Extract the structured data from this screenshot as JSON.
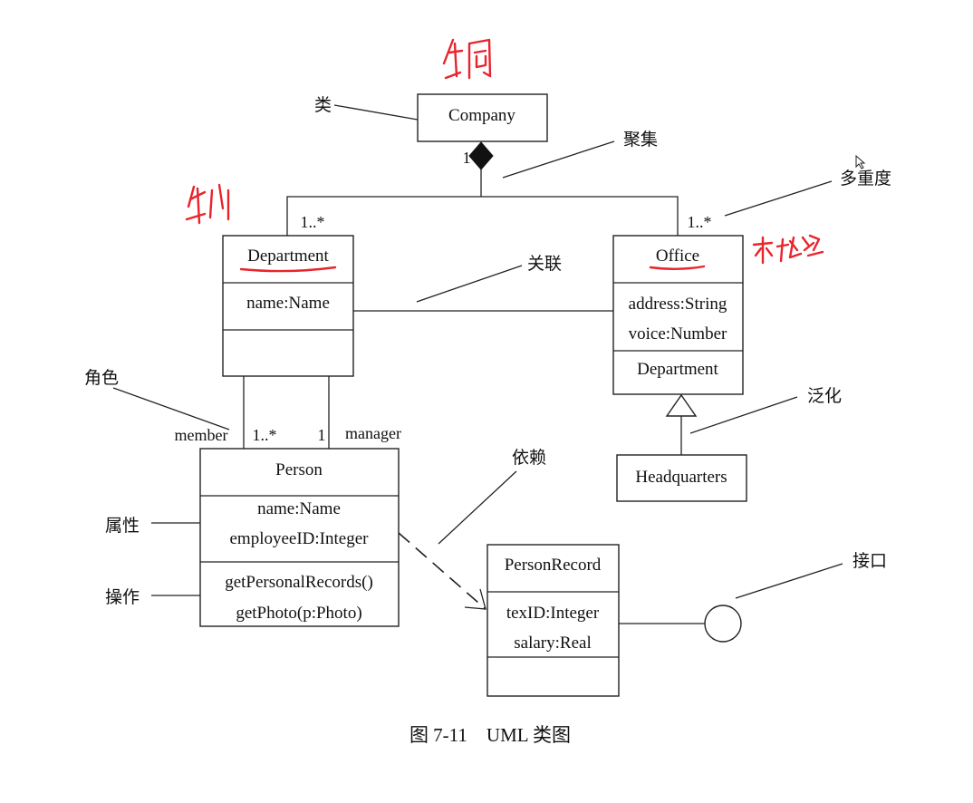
{
  "classes": {
    "company": {
      "name": "Company"
    },
    "department": {
      "name": "Department",
      "attributes": [
        "name:Name"
      ]
    },
    "office": {
      "name": "Office",
      "attributes": [
        "address:String",
        "voice:Number"
      ],
      "operations": [
        "Department"
      ]
    },
    "headquarters": {
      "name": "Headquarters"
    },
    "person": {
      "name": "Person",
      "attributes": [
        "name:Name",
        "employeeID:Integer"
      ],
      "operations": [
        "getPersonalRecords()",
        "getPhoto(p:Photo)"
      ]
    },
    "person_record": {
      "name": "PersonRecord",
      "attributes": [
        "texID:Integer",
        "salary:Real"
      ]
    }
  },
  "multiplicity": {
    "company": "1",
    "department": "1..*",
    "office": "1..*",
    "member": "1..*",
    "manager": "1"
  },
  "roles": {
    "member": "member",
    "manager": "manager"
  },
  "annotations": {
    "class": "类",
    "aggregation": "聚集",
    "multiplicity": "多重度",
    "association": "关联",
    "role": "角色",
    "generalization": "泛化",
    "dependency": "依赖",
    "attribute": "属性",
    "operation": "操作",
    "interface": "接口"
  },
  "caption": "图 7-11　UML 类图",
  "colors": {
    "ink": "#222222",
    "handwriting": "#e8242c"
  }
}
